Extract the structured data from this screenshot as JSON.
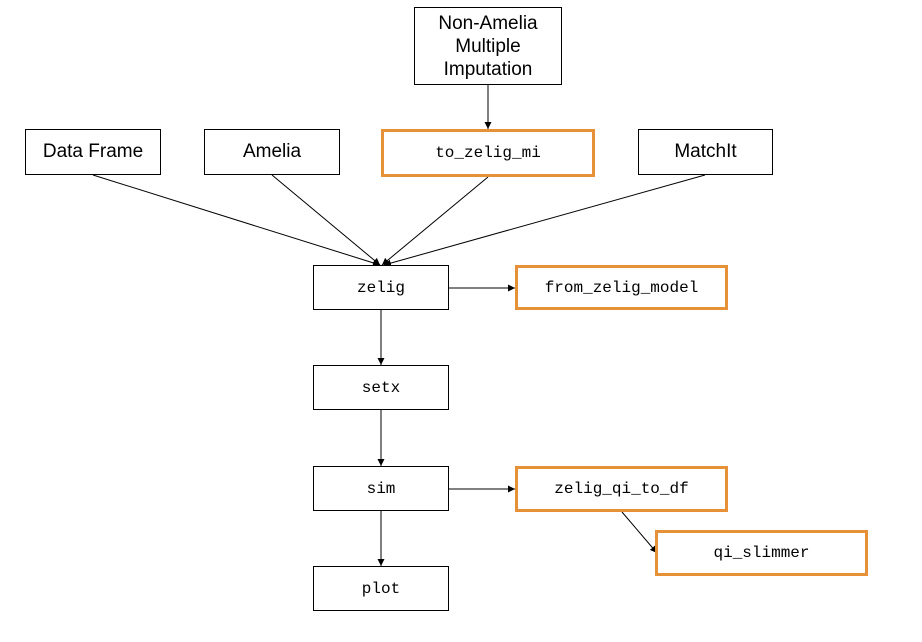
{
  "nodes": {
    "non_amelia": "Non-Amelia\nMultiple\nImputation",
    "data_frame": "Data Frame",
    "amelia": "Amelia",
    "to_zelig_mi": "to_zelig_mi",
    "matchit": "MatchIt",
    "zelig": "zelig",
    "from_zelig_model": "from_zelig_model",
    "setx": "setx",
    "sim": "sim",
    "zelig_qi_to_df": "zelig_qi_to_df",
    "qi_slimmer": "qi_slimmer",
    "plot": "plot"
  },
  "colors": {
    "helper_border": "#e69138",
    "default_border": "#000000",
    "edge": "#000000"
  }
}
